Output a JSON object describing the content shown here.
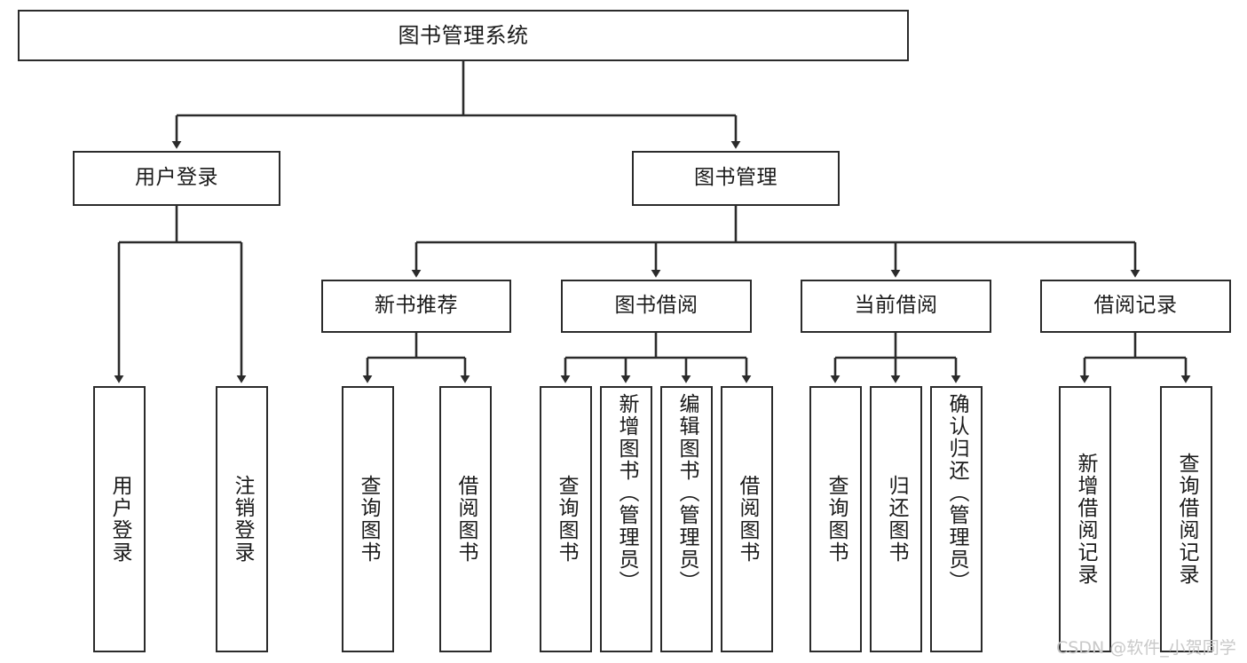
{
  "diagram": {
    "title": "图书管理系统",
    "type": "tree",
    "background": "#ffffff",
    "line_color": "#2b2b2b",
    "box_border_color": "#2b2b2b",
    "box_fill": "#ffffff",
    "text_color": "#1a1a1a"
  },
  "nodes": {
    "root": {
      "label": "图书管理系统"
    },
    "level2": [
      {
        "id": "user-login",
        "label": "用户登录"
      },
      {
        "id": "book-management",
        "label": "图书管理"
      }
    ],
    "level3": [
      {
        "id": "new-book-recommend",
        "label": "新书推荐"
      },
      {
        "id": "book-borrow",
        "label": "图书借阅"
      },
      {
        "id": "current-borrow",
        "label": "当前借阅"
      },
      {
        "id": "borrow-record",
        "label": "借阅记录"
      }
    ],
    "leaves": {
      "user-login": [
        {
          "id": "leaf-user-login",
          "label": "用户登录"
        },
        {
          "id": "leaf-logout-login",
          "label": "注销登录"
        }
      ],
      "new-book-recommend": [
        {
          "id": "leaf-query-book-1",
          "label": "查询图书"
        },
        {
          "id": "leaf-borrow-book-1",
          "label": "借阅图书"
        }
      ],
      "book-borrow": [
        {
          "id": "leaf-query-book-2",
          "label": "查询图书"
        },
        {
          "id": "leaf-add-book-admin",
          "label": "新增图书（管理员）"
        },
        {
          "id": "leaf-edit-book-admin",
          "label": "编辑图书（管理员）"
        },
        {
          "id": "leaf-borrow-book-2",
          "label": "借阅图书"
        }
      ],
      "current-borrow": [
        {
          "id": "leaf-query-book-3",
          "label": "查询图书"
        },
        {
          "id": "leaf-return-book",
          "label": "归还图书"
        },
        {
          "id": "leaf-confirm-return-admin",
          "label": "确认归还（管理员）"
        }
      ],
      "borrow-record": [
        {
          "id": "leaf-add-borrow-record",
          "label": "新增借阅记录"
        },
        {
          "id": "leaf-query-borrow-record",
          "label": "查询借阅记录"
        }
      ]
    }
  },
  "watermark": {
    "text": "CSDN @软件_小贺同学"
  }
}
